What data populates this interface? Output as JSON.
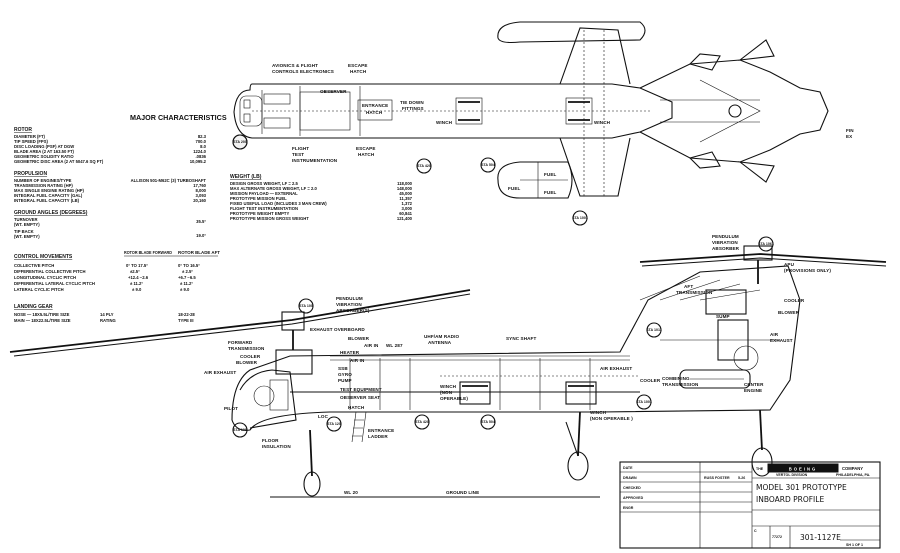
{
  "characteristics": {
    "title": "MAJOR CHARACTERISTICS",
    "rotor": {
      "header": "ROTOR",
      "rows": [
        [
          "DIAMETER (FT)",
          "82.3"
        ],
        [
          "TIP SPEED (FPS)",
          "700.0"
        ],
        [
          "DISC LOADING (PSF) AT DGW",
          "8.0"
        ],
        [
          "BLADE AREA (2 AT 163.50 FT)",
          "1224.0"
        ],
        [
          "GEOMETRIC SOLIDITY RATIO",
          ".0836"
        ],
        [
          "GEOMETRIC DISC AREA (2 AT 5047.6 SQ FT)",
          "10,095.2"
        ]
      ]
    },
    "propulsion": {
      "header": "PROPULSION",
      "rows": [
        [
          "NUMBER OF ENGINES/TYPE",
          "ALLISON 501-M62C (3) TURBOSHAFT"
        ],
        [
          "TRANSMISSION RATING (HP)",
          "17,760"
        ],
        [
          "MAX SINGLE ENGINE RATING (HP)",
          "8,000"
        ],
        [
          "INTEGRAL FUEL CAPACITY (GAL)",
          "3,093"
        ],
        [
          "INTEGRAL FUEL CAPACITY (LB)",
          "20,160"
        ]
      ]
    },
    "ground_angles": {
      "header": "GROUND ANGLES (DEGREES)",
      "rows": [
        [
          "TURNOVER",
          "35.5°"
        ],
        [
          "(WT. EMPTY)",
          ""
        ],
        [
          "TIP BACK",
          "19.0°"
        ],
        [
          "(WT. EMPTY)",
          ""
        ]
      ]
    },
    "weight": {
      "header": "WEIGHT (LB)",
      "rows": [
        [
          "DESIGN GROSS WEIGHT, LF = 2.5",
          "118,000"
        ],
        [
          "MAX ALTERNATE GROSS WEIGHT, LF = 2.0",
          "148,000"
        ],
        [
          "MISSION PAYLOAD — EXTERNAL",
          "45,000"
        ],
        [
          "PROTOTYPE MISSION FUEL",
          "11,357"
        ],
        [
          "FIXED USEFUL LOAD (INCLUDES 3 MAN CREW)",
          "1,372"
        ],
        [
          "FLIGHT TEST INSTRUMENTATION",
          "3,000"
        ],
        [
          "PROTOTYPE WEIGHT EMPTY",
          "60,841"
        ],
        [
          "PROTOTYPE MISSION GROSS WEIGHT",
          "121,400"
        ]
      ]
    },
    "control": {
      "header": "CONTROL MOVEMENTS",
      "col1": "ROTOR BLADE FORWARD",
      "col2": "ROTOR BLADE AFT",
      "rows": [
        [
          "COLLECTIVE PITCH",
          "0° TO 17.5°",
          "0° TO 16.5°"
        ],
        [
          "DIFFERENTIAL COLLECTIVE PITCH",
          "±2.5°",
          "± 2.5°"
        ],
        [
          "LONGITUDINAL CYCLIC PITCH",
          "+12.4 −2.6",
          "+6.7 −6.5"
        ],
        [
          "DIFFERENTIAL LATERAL CYCLIC PITCH",
          "± 11.2°",
          "± 11.2°"
        ],
        [
          "LATERAL CYCLIC PITCH",
          "± 9.0",
          "± 9.0"
        ]
      ]
    },
    "landing": {
      "header": "LANDING GEAR",
      "rows": [
        [
          "NOSE — 18X5.5L/TIRE SIZE",
          "14 PLY",
          "18-22-28"
        ],
        [
          "MAIN — 18X22.5L/TIRE SIZE",
          "RATING",
          "TYPE III"
        ]
      ]
    }
  },
  "plan_view": {
    "labels": {
      "avionics": "AVIONICS & FLIGHT",
      "controls_elec": "CONTROLS ELECTRONICS",
      "escape_hatch_top": "ESCAPE",
      "escape_hatch_top2": "HATCH",
      "observer": "OBSERVER",
      "entrance": "ENTRANCE",
      "entrance2": "HATCH",
      "tie_down": "TIE DOWN",
      "tie_down2": "FITTINGS",
      "winch_left": "WINCH",
      "winch_right": "WINCH",
      "flight_test": "FLIGHT",
      "flight_test2": "TEST",
      "flight_test3": "INSTRUMENTATION",
      "escape_hatch_bot": "ESCAPE",
      "escape_hatch_bot2": "HATCH",
      "fuel1": "FUEL",
      "fuel2": "FUEL",
      "fuel3": "FUEL",
      "fin": "FIN",
      "ex": "EX"
    },
    "stations": [
      "STA 200",
      "STA 420",
      "STA 504",
      "STA 1001"
    ]
  },
  "profile_view": {
    "labels": {
      "pendulum_top": "PENDULUM",
      "pendulum_top2": "VIBRATION",
      "pendulum_top3": "ABSORBER",
      "pendulum_left": "PENDULUM",
      "pendulum_left2": "VIBRATION",
      "pendulum_left3": "ABSORBER(S)",
      "apu": "APU",
      "apu2": "(PROVISIONS ONLY)",
      "aft_transmission": "AFT",
      "aft_transmission2": "TRANSMISSION",
      "cooler_r": "COOLER",
      "blower_r": "BLOWER",
      "sump": "SUMP",
      "air_exhaust_r": "AIR",
      "air_exhaust_r2": "EXHAUST",
      "exhaust_overboard": "EXHAUST OVERBOARD",
      "blower_mid": "BLOWER",
      "air_in": "AIR IN",
      "heater": "HEATER",
      "uhf": "UHF/AM RADIO",
      "uhf2": "ANTENNA",
      "sync_shaft": "SYNC SHAFT",
      "forward": "FORWARD",
      "forward2": "TRANSMISSION",
      "cooler_l": "COOLER",
      "blower_l": "BLOWER",
      "air_exhaust_l": "AIR EXHAUST",
      "air_in2": "AIR IN",
      "ssb": "SSB",
      "gyro": "GYRO",
      "fuel_pump": "PUMP",
      "test_equipment": "TEST EQUIPMENT",
      "observer_seat": "OBSERVER SEAT",
      "hatch": "HATCH",
      "pilot": "PILOT",
      "loc": "LOC",
      "floor": "FLOOR",
      "floor2": "INSULATION",
      "entrance_ladder": "ENTRANCE",
      "entrance_ladder2": "LADDER",
      "winch_l": "WINCH",
      "winch_l2": "(NON",
      "winch_l3": "OPERABLE)",
      "winch_r": "WINCH",
      "winch_r2": "(NON OPERABLE )",
      "air_exhaust_mid": "AIR EXHAUST",
      "cooler_mid": "COOLER",
      "combining": "COMBINING",
      "combining2": "TRANSMISSION",
      "center_engine": "CENTER",
      "center_engine2": "ENGINE",
      "ground_line": "GROUND LINE",
      "wl": "WL 20",
      "wl_mid": "WL 287"
    },
    "stations": [
      "STA 1061",
      "STA 1011",
      "STA 100",
      "STA 120",
      "STA 420",
      "STA 504",
      "STA 1001"
    ]
  },
  "title_block": {
    "company_prefix": "THE",
    "company_logo": "BOEING",
    "company_suffix": "COMPANY",
    "division": "VERTOL DIVISION",
    "city": "PHILADELPHIA, PA.",
    "model_line1": "MODEL 301  PROTOTYPE",
    "model_line2": "INBOARD  PROFILE",
    "drawing_number": "301-1127E",
    "sheet": "SH 1 OF 1",
    "row_labels": [
      "DATE",
      "DRAWN",
      "CHECKED",
      "APPROVED",
      "ENGR"
    ],
    "drawn_by": "RUSS FOSTER",
    "drawn_date": "5-26",
    "code_ident": "77272",
    "size": "C"
  }
}
